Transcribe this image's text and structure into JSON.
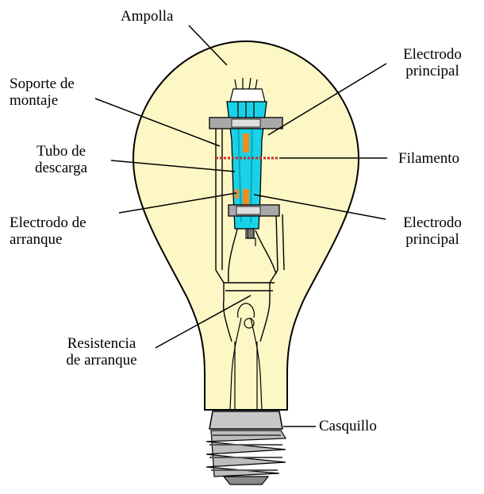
{
  "labels": {
    "ampolla": "Ampolla",
    "electrodo_principal_top": [
      "Electrodo",
      "principal"
    ],
    "soporte": [
      "Soporte de",
      "montaje"
    ],
    "tubo": [
      "Tubo de",
      "descarga"
    ],
    "filamento": "Filamento",
    "electrodo_arranque": [
      "Electrodo de",
      "arranque"
    ],
    "electrodo_principal_bottom": [
      "Electrodo",
      "principal"
    ],
    "resistencia": [
      "Resistencia",
      "de arranque"
    ],
    "casquillo": "Casquillo"
  },
  "colors": {
    "bulb_fill": "#fdf6c5",
    "outline": "#000000",
    "tube": "#19d2e8",
    "tube_dark": "#0aa6be",
    "electrode": "#f28c1c",
    "filament": "#c03030",
    "plate": "#a8a8a8",
    "base": "#c8c8c8"
  }
}
